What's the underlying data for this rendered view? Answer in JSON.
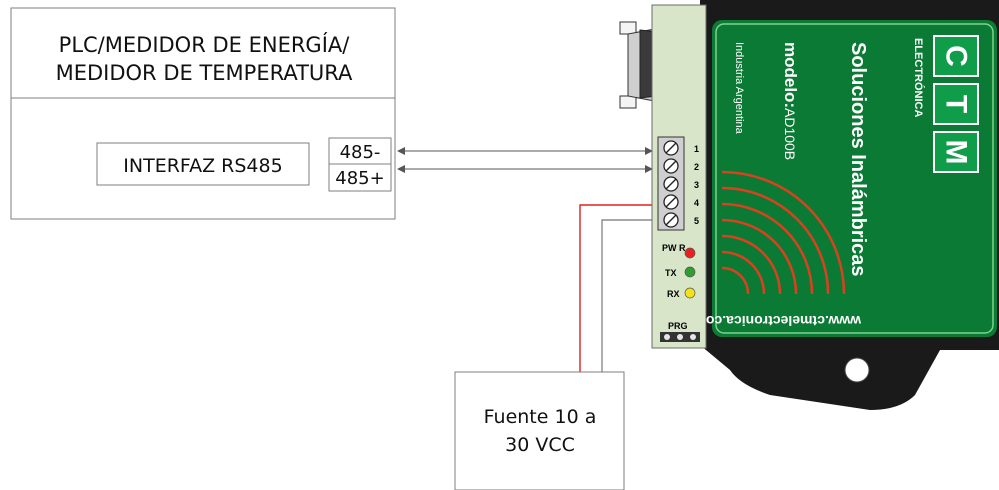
{
  "plc": {
    "title_line1": "PLC/MEDIDOR DE ENERGÍA/",
    "title_line2": "MEDIDOR DE TEMPERATURA",
    "interface_label": "INTERFAZ RS485",
    "port_minus": "485-",
    "port_plus": "485+"
  },
  "power_supply": {
    "line1": "Fuente 10 a",
    "line2": "30 VCC"
  },
  "device": {
    "brand_letters": [
      "C",
      "T",
      "M"
    ],
    "brand_sub": "ELECTRÓNICA",
    "tagline": "Soluciones Inalámbricas",
    "model_label": "modelo:",
    "model_value": "AD100B",
    "origin": "Industria Argentina",
    "website": "www.ctmelectronica.com.ar",
    "terminals": [
      "1",
      "2",
      "3",
      "4",
      "5"
    ],
    "led_pwr": "PW R",
    "led_tx": "TX",
    "led_rx": "RX",
    "prg_label": "PRG"
  },
  "colors": {
    "led_pwr": "#e8231f",
    "led_tx": "#2e9e2e",
    "led_rx": "#f2e21a",
    "pcb": "#d9e5c9",
    "device_body": "#1a1a1a",
    "label_green": "#0d8f3c",
    "wire_red": "#e0201c",
    "wire_gray": "#8c8c8c"
  }
}
